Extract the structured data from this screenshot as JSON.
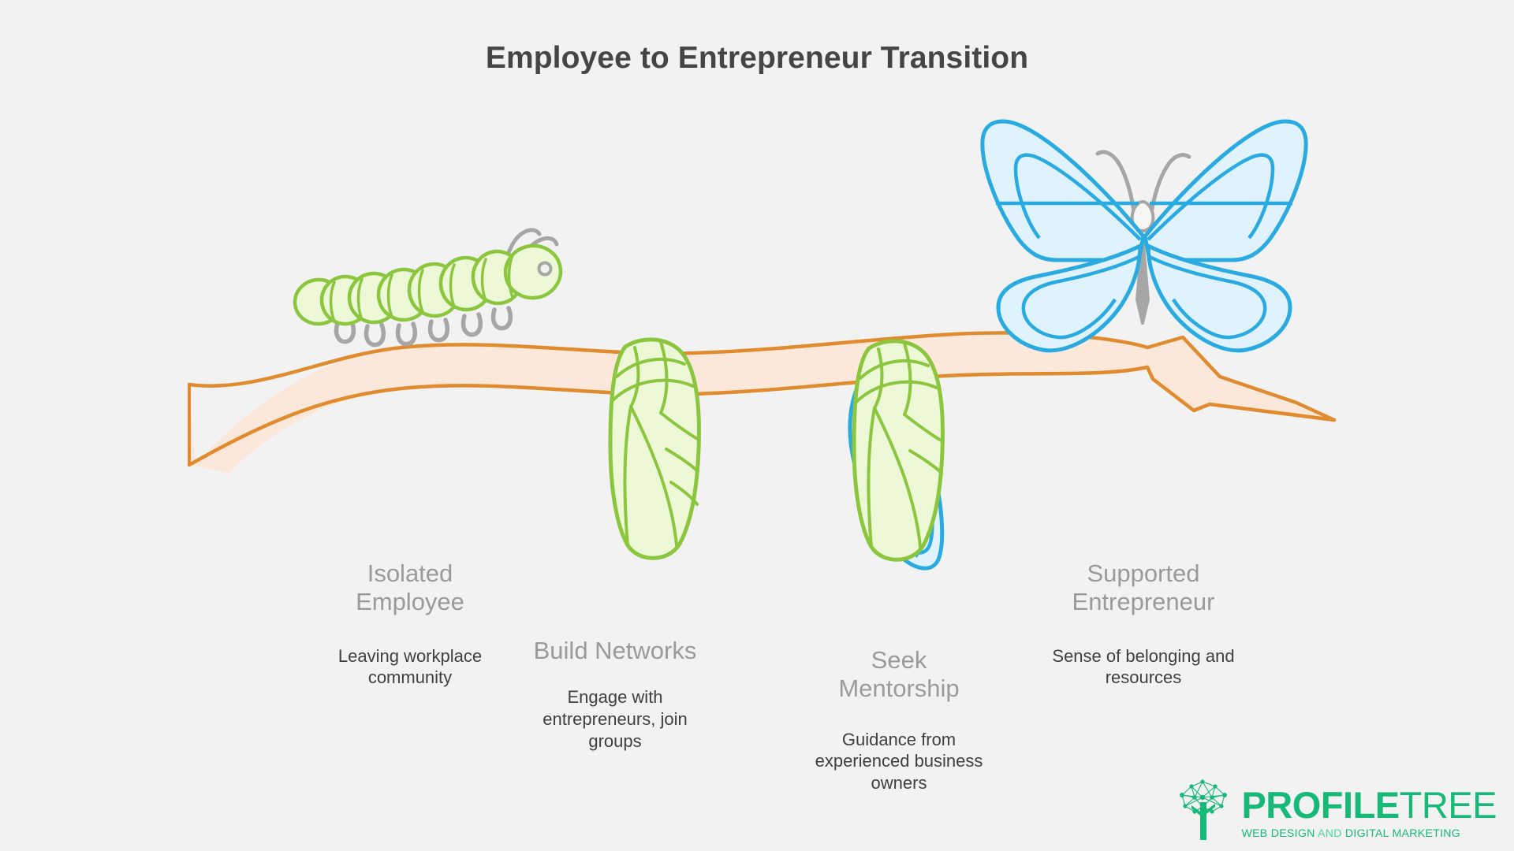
{
  "title": "Employee to Entrepreneur Transition",
  "background_color": "#f1f2f1",
  "palette": {
    "title_color": "#454545",
    "heading_color": "#9a9a9a",
    "body_color": "#3f3f3f",
    "branch_fill": "#fce8da",
    "branch_stroke": "#e08b2e",
    "green_fill": "#edf8d6",
    "green_stroke": "#8cc63f",
    "blue_fill": "#e0f2fc",
    "blue_stroke": "#29abe2",
    "gray_stroke": "#a6a6a6",
    "logo_green": "#17b978"
  },
  "stages": [
    {
      "id": "isolated-employee",
      "heading": "Isolated\nEmployee",
      "heading_line1": "Isolated",
      "heading_line2": "Employee",
      "description": "Leaving workplace community",
      "icon": "caterpillar-icon"
    },
    {
      "id": "build-networks",
      "heading": "Build Networks",
      "heading_line1": "Build Networks",
      "heading_line2": "",
      "description": "Engage with entrepreneurs, join groups",
      "icon": "chrysalis-icon"
    },
    {
      "id": "seek-mentorship",
      "heading": "Seek\nMentorship",
      "heading_line1": "Seek",
      "heading_line2": "Mentorship",
      "description": "Guidance from experienced business owners",
      "icon": "chrysalis-emerging-icon"
    },
    {
      "id": "supported-entrepreneur",
      "heading": "Supported\nEntrepreneur",
      "heading_line1": "Supported",
      "heading_line2": "Entrepreneur",
      "description": "Sense of belonging and resources",
      "icon": "butterfly-icon"
    }
  ],
  "logo": {
    "word_bold": "PROFILE",
    "word_light": "TREE",
    "tagline_part1": "WEB DESIGN ",
    "tagline_part2": "AND ",
    "tagline_part3": "DIGITAL MARKETING",
    "mark": "network-tree-icon"
  }
}
